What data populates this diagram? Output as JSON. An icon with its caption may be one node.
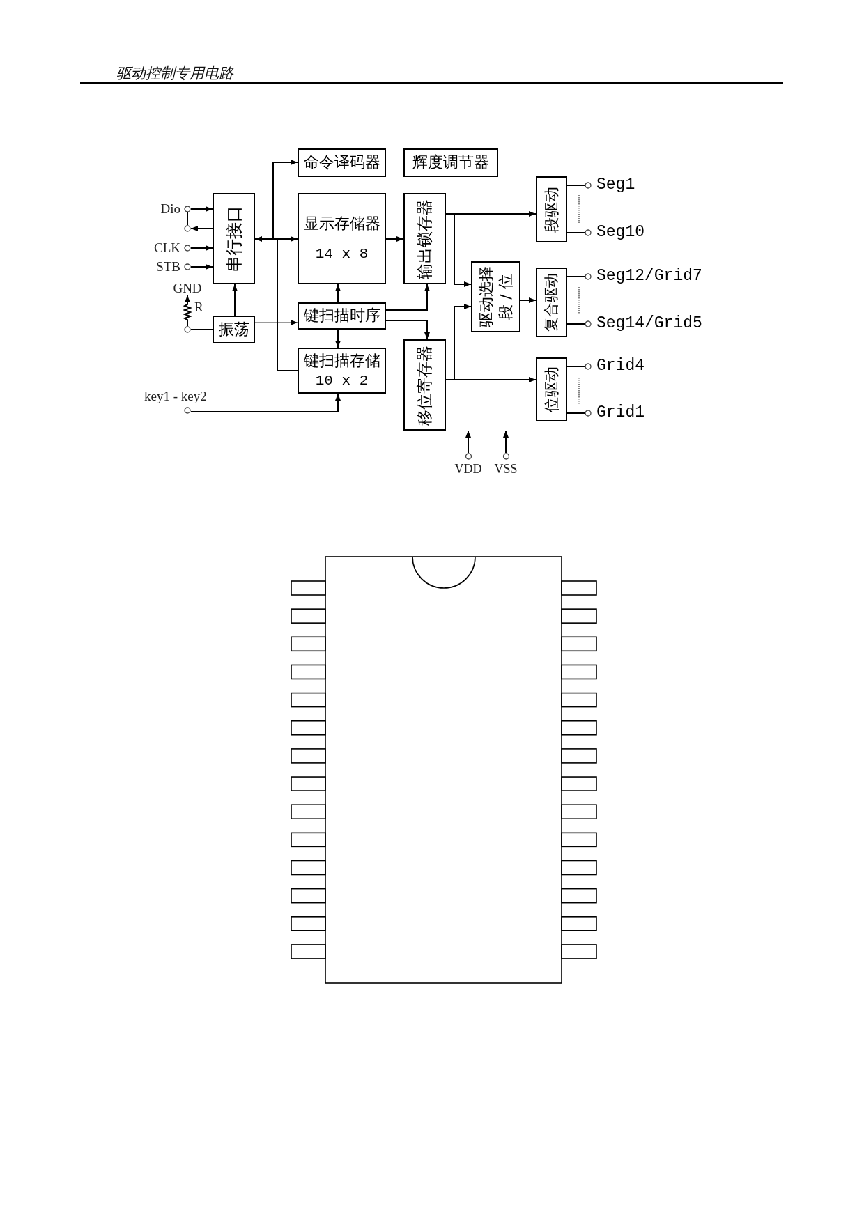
{
  "diagram": {
    "title": "驱动控制专用电路",
    "nodes": [
      {
        "text": [
          "命令译码器"
        ]
      },
      {
        "text": [
          "辉度调节器"
        ]
      },
      {
        "text": [
          "Dio"
        ]
      },
      {
        "text": [],
        "shape": "circle"
      },
      {
        "text": [
          "CLK"
        ]
      },
      {
        "text": [
          "STB"
        ]
      },
      {
        "text": [
          "GND"
        ]
      },
      {
        "text": [],
        "shape": "circle"
      },
      {
        "text": [
          "串行接口"
        ]
      },
      {
        "text": [
          "振荡"
        ]
      },
      {
        "text": [
          "显示存储器",
          "14 x 8"
        ]
      },
      {
        "text": [
          "键扫描时序"
        ]
      },
      {
        "text": [
          "键扫描存储",
          "10 x 2"
        ]
      },
      {
        "text": [
          "key1 - key2"
        ]
      },
      {
        "text": [
          "输出锁存器"
        ]
      },
      {
        "text": [
          "移位寄存器"
        ]
      },
      {
        "text": [
          "驱动选择",
          "段 / 位"
        ]
      },
      {
        "text": [
          "段驱动"
        ]
      },
      {
        "text": [
          "复合驱动"
        ]
      },
      {
        "text": [
          "位驱动"
        ]
      },
      {
        "text": [
          "Seg1"
        ]
      },
      {
        "text": [
          "Seg10"
        ]
      },
      {
        "text": [
          "Seg12/Grid7"
        ]
      },
      {
        "text": [
          "Seg14/Grid5"
        ]
      },
      {
        "text": [
          "Grid4"
        ]
      },
      {
        "text": [
          "Grid1"
        ]
      },
      {
        "text": [
          "VDD"
        ]
      },
      {
        "text": [
          "VSS"
        ]
      }
    ],
    "edges": [
      {
        "from": 2,
        "to": 8,
        "arrow": "to"
      },
      {
        "from": 8,
        "to": 3,
        "arrow": "to"
      },
      {
        "from": 2,
        "to": 3,
        "arrow": "none"
      },
      {
        "from": 4,
        "to": 8,
        "arrow": "to"
      },
      {
        "from": 5,
        "to": 8,
        "arrow": "to"
      },
      {
        "from": 9,
        "to": 8,
        "arrow": "to"
      },
      {
        "from": 7,
        "to": 9,
        "arrow": "none"
      },
      {
        "from": 7,
        "to": 6,
        "arrow": "to",
        "label": "R"
      },
      {
        "from": 9,
        "to": 11,
        "arrow": "to",
        "color": "#9a9a9a"
      },
      {
        "from": 8,
        "to": 0,
        "arrow": "to"
      },
      {
        "from": 8,
        "to": 10,
        "arrow": "to"
      },
      {
        "from": 12,
        "to": 8,
        "arrow": "to"
      },
      {
        "from": 11,
        "to": 10,
        "arrow": "to"
      },
      {
        "from": 11,
        "to": 12,
        "arrow": "to"
      },
      {
        "from": 13,
        "to": 12,
        "arrow": "to"
      },
      {
        "from": 10,
        "to": 14,
        "arrow": "to"
      },
      {
        "from": 11,
        "to": 14,
        "arrow": "to"
      },
      {
        "from": 11,
        "to": 15,
        "arrow": "to"
      },
      {
        "from": 14,
        "to": 17,
        "arrow": "to"
      },
      {
        "from": 14,
        "to": 16,
        "arrow": "to"
      },
      {
        "from": 15,
        "to": 19,
        "arrow": "to"
      },
      {
        "from": 15,
        "to": 16,
        "arrow": "to"
      },
      {
        "from": 16,
        "to": 18,
        "arrow": "to"
      },
      {
        "from": 17,
        "to": 20,
        "arrow": "none"
      },
      {
        "from": 17,
        "to": 21,
        "arrow": "none"
      },
      {
        "from": 18,
        "to": 22,
        "arrow": "none"
      },
      {
        "from": 18,
        "to": 23,
        "arrow": "none"
      },
      {
        "from": 19,
        "to": 24,
        "arrow": "none"
      },
      {
        "from": 19,
        "to": 25,
        "arrow": "none"
      },
      {
        "from": 26,
        "to": null,
        "arrow": "to"
      },
      {
        "from": 27,
        "to": null,
        "arrow": "to"
      }
    ]
  }
}
